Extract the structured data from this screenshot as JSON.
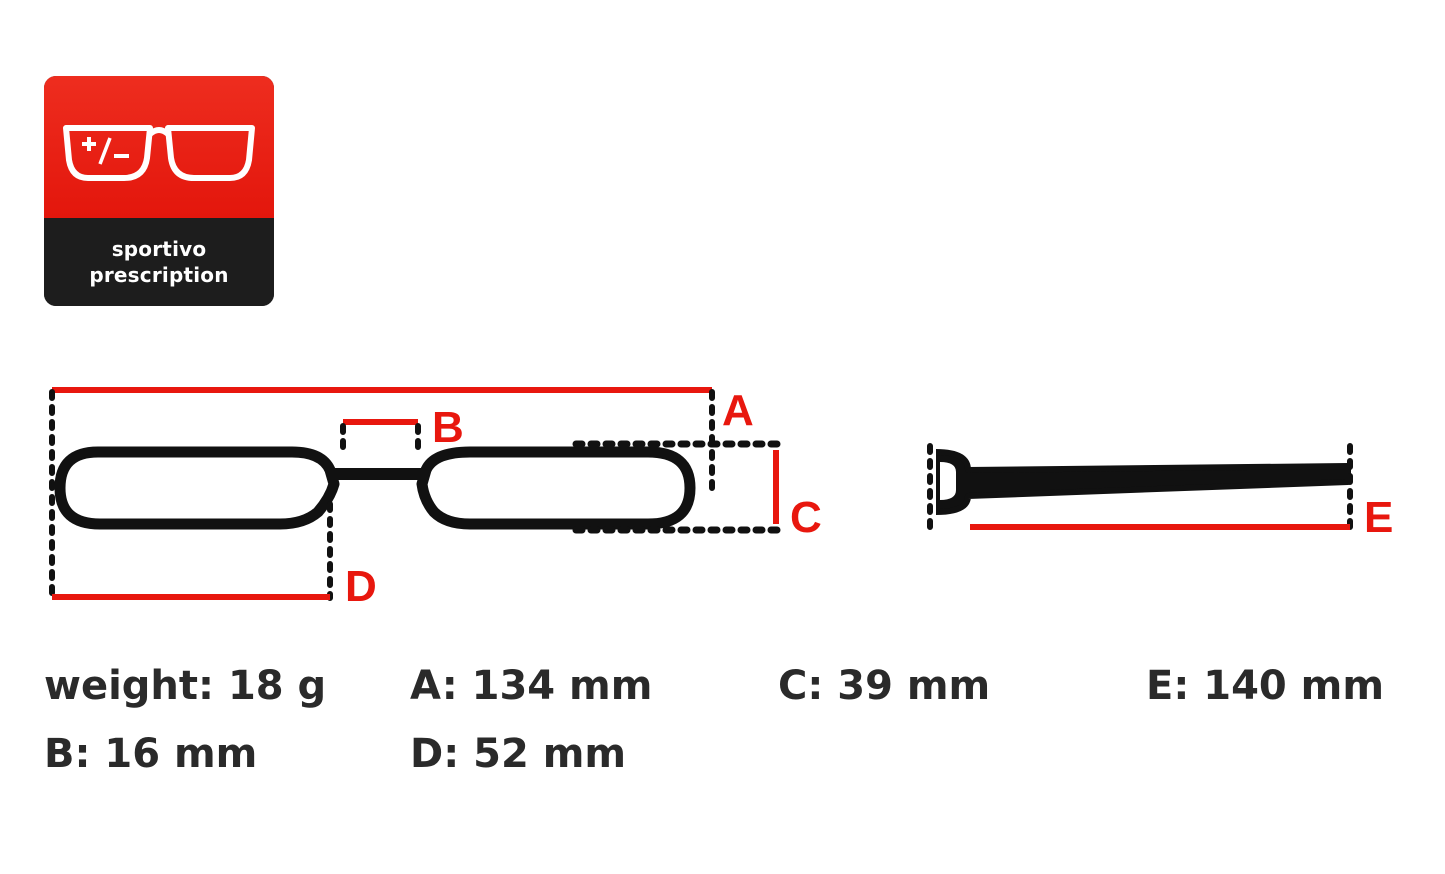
{
  "badge": {
    "line1": "sportivo",
    "line2": "prescription",
    "icon": "glasses-plus-minus-icon",
    "colors": {
      "top": "#e3160c",
      "bottom": "#1d1d1d"
    }
  },
  "diagram": {
    "labels": {
      "a": "A",
      "b": "B",
      "c": "C",
      "d": "D",
      "e": "E"
    },
    "colors": {
      "dimension": "#e8170e",
      "frame": "#111111"
    }
  },
  "specs": {
    "weight": "weight: 18 g",
    "a": "A: 134 mm",
    "b": "B: 16 mm",
    "c": "C: 39 mm",
    "d": "D: 52 mm",
    "e": "E: 140 mm"
  }
}
